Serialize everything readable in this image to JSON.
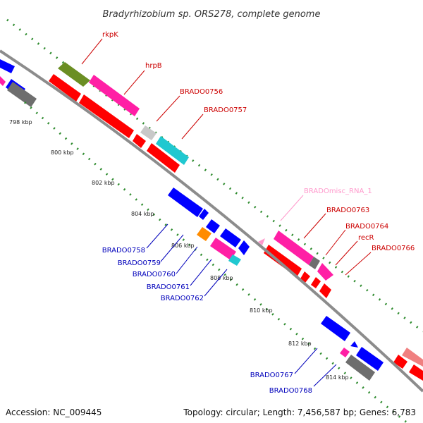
{
  "title": "Bradyrhizobium sp. ORS278, complete genome",
  "footer": {
    "accession": "Accession: NC_009445",
    "summary": "Topology: circular; Length: 7,456,587 bp; Genes: 6,783"
  },
  "ticks": [
    "798 kbp",
    "800 kbp",
    "802 kbp",
    "804 kbp",
    "806 kbp",
    "808 kbp",
    "810 kbp",
    "812 kbp",
    "814 kbp"
  ],
  "genes": {
    "forward": [
      "rkpK",
      "hrpB",
      "BRADO0756",
      "BRADO0757",
      "BRADOmisc_RNA_1",
      "BRADO0763",
      "BRADO0764",
      "recR",
      "BRADO0766"
    ],
    "reverse": [
      "BRADO0758",
      "BRADO0759",
      "BRADO0760",
      "BRADO0761",
      "BRADO0762",
      "BRADO0767",
      "BRADO0768"
    ]
  },
  "colors": {
    "backbone": "#8c8c8c",
    "ticks": "#2e8b2e",
    "cds_red": "#ff0000",
    "cds_blue": "#0000ff",
    "magenta": "#ff1fa5",
    "olive": "#6b8e23",
    "cyan": "#20c8d0",
    "grey": "#6e6e6e",
    "orange": "#ff8c00",
    "label_red": "#cc0000",
    "label_blue": "#0000bb",
    "label_pink": "#ff99cc"
  }
}
